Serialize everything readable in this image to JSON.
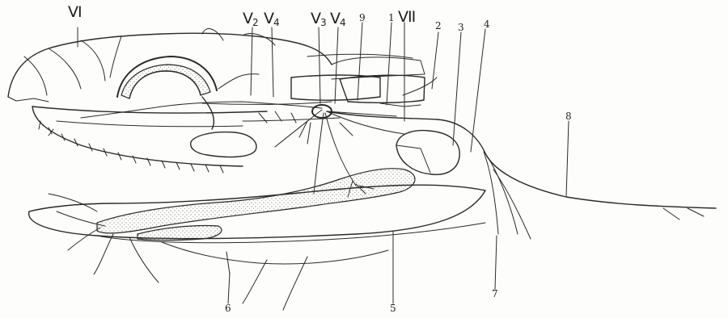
{
  "labels": {
    "VI": "VI",
    "V2": "V2",
    "V4a": "V4",
    "V3": "V3",
    "V4b": "V4",
    "n9": "9",
    "n1": "1",
    "VII": "VII",
    "n2": "2",
    "n3": "3",
    "n4": "4",
    "n8": "8",
    "n5": "5",
    "n6": "6",
    "n7": "7"
  },
  "colors": {
    "ink": "#2a2a2a",
    "paper": "#fdfdfb"
  }
}
